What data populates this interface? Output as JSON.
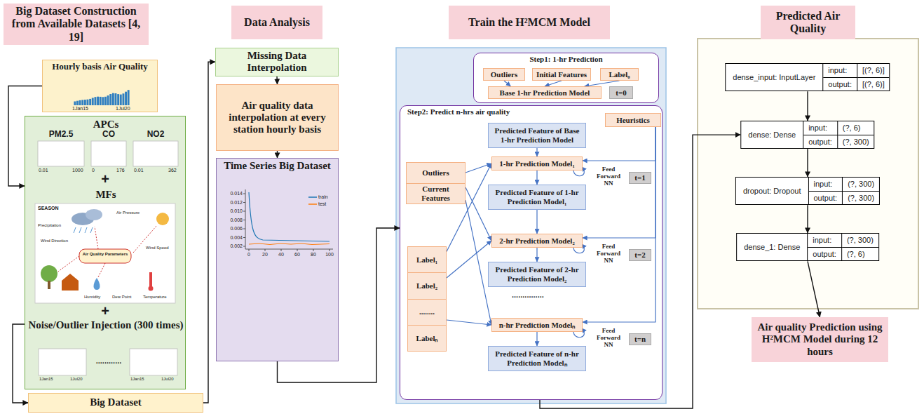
{
  "diagram": {
    "nodes": [
      {
        "text": [
          "Big Dataset Construction from Available Datasets [4, 19]"
        ]
      },
      {
        "text": [
          "Hourly basis Air Quality"
        ]
      },
      {
        "text": [
          "APCs",
          "MFs",
          "Noise/Outlier Injection (300 times)"
        ]
      },
      {
        "text": [
          "Big Dataset"
        ]
      },
      {
        "text": [
          "Data Analysis"
        ]
      },
      {
        "text": [
          "Missing Data Interpolation"
        ]
      },
      {
        "text": [
          "Air quality data interpolation at every station hourly basis"
        ]
      },
      {
        "text": [
          "Time Series Big Dataset"
        ]
      },
      {
        "text": [
          "Train the H²MCM Model"
        ]
      },
      {
        "text": [
          "Step1: 1-hr Prediction"
        ]
      },
      {
        "text": [
          "Outliers"
        ],
        "in": 9
      },
      {
        "text": [
          "Initial Features"
        ],
        "in": 9
      },
      {
        "text": [
          "Label₀"
        ],
        "in": 9
      },
      {
        "text": [
          "Base 1-hr Prediction Model"
        ],
        "in": 9
      },
      {
        "text": [
          "t=0"
        ],
        "in": 9
      },
      {
        "text": [
          "Step2: Predict n-hrs air quality"
        ]
      },
      {
        "text": [
          "Predicted Feature of Base 1-hr Prediction Model"
        ],
        "in": 15
      },
      {
        "text": [
          "Heuristics"
        ],
        "in": 15
      },
      {
        "text": [
          "Outliers",
          "Current Features"
        ],
        "in": 15
      },
      {
        "text": [
          "1-hr Prediction Model₁"
        ],
        "in": 15
      },
      {
        "text": [
          "t=1"
        ],
        "in": 15
      },
      {
        "text": [
          "Predicted Feature of 1-hr Prediction Model₁"
        ],
        "in": 15
      },
      {
        "text": [
          "Label₁",
          "Label₂",
          "........",
          "Labelₙ"
        ],
        "in": 15
      },
      {
        "text": [
          "2-hr Prediction Model₂"
        ],
        "in": 15
      },
      {
        "text": [
          "t=2"
        ],
        "in": 15
      },
      {
        "text": [
          "Predicted Feature of 2-hr Prediction Model₂"
        ],
        "in": 15
      },
      {
        "text": [
          "n-hr Prediction Modelₙ"
        ],
        "in": 15
      },
      {
        "text": [
          "t=n"
        ],
        "in": 15
      },
      {
        "text": [
          "Predicted Feature of n-hr Prediction Modelₙ"
        ],
        "in": 15
      },
      {
        "text": [
          "Predicted Air Quality"
        ]
      },
      {
        "text": [
          "dense_input: InputLayer",
          "input:",
          "[(?, 6)]",
          "output:",
          "[(?, 6)]"
        ]
      },
      {
        "text": [
          "dense: Dense",
          "input:",
          "(?, 6)",
          "output:",
          "(?, 300)"
        ]
      },
      {
        "text": [
          "dropout: Dropout",
          "input:",
          "(?, 300)",
          "output:",
          "(?, 300)"
        ]
      },
      {
        "text": [
          "dense_1: Dense",
          "input:",
          "(?, 300)",
          "output:",
          "(?, 6)"
        ]
      },
      {
        "text": [
          "Air quality Prediction using H²MCM Model during 12 hours"
        ]
      }
    ],
    "edges": [
      {
        "from": 1,
        "to": 2,
        "arrow": "to"
      },
      {
        "from": 2,
        "to": 3,
        "arrow": "to"
      },
      {
        "from": 3,
        "to": 5,
        "arrow": "to"
      },
      {
        "from": 5,
        "to": 6,
        "arrow": "to"
      },
      {
        "from": 6,
        "to": 7,
        "arrow": "to"
      },
      {
        "from": 7,
        "to": 15,
        "arrow": "to"
      },
      {
        "from": 10,
        "to": 13,
        "arrow": "to"
      },
      {
        "from": 11,
        "to": 13,
        "arrow": "to"
      },
      {
        "from": 12,
        "to": 13,
        "arrow": "to"
      },
      {
        "from": 16,
        "to": 19,
        "arrow": "to"
      },
      {
        "from": 18,
        "to": 19,
        "arrow": "to"
      },
      {
        "from": 22,
        "to": 19,
        "arrow": "to"
      },
      {
        "from": 19,
        "to": 21,
        "arrow": "to"
      },
      {
        "from": 21,
        "to": 23,
        "arrow": "to"
      },
      {
        "from": 18,
        "to": 23,
        "arrow": "to"
      },
      {
        "from": 22,
        "to": 23,
        "arrow": "to"
      },
      {
        "from": 23,
        "to": 25,
        "arrow": "to"
      },
      {
        "from": 22,
        "to": 26,
        "arrow": "to"
      },
      {
        "from": 18,
        "to": 26,
        "arrow": "to"
      },
      {
        "from": 26,
        "to": 28,
        "arrow": "to"
      },
      {
        "from": 17,
        "to": 19,
        "arrow": "to"
      },
      {
        "from": 17,
        "to": 23,
        "arrow": "to"
      },
      {
        "from": 17,
        "to": 26,
        "arrow": "to"
      },
      {
        "from": 15,
        "to": 31,
        "arrow": "to"
      },
      {
        "from": 30,
        "to": 31,
        "arrow": "to"
      },
      {
        "from": 31,
        "to": 32,
        "arrow": "to"
      },
      {
        "from": 32,
        "to": 33,
        "arrow": "to"
      },
      {
        "from": 33,
        "to": 34,
        "arrow": "to"
      }
    ],
    "labels": [
      "1Jan15",
      "1Jul20",
      "PM2.5",
      "CO",
      "NO2",
      "0.01",
      "1000",
      "0",
      "176",
      "0.01",
      "362",
      "+",
      "SEASON",
      "Air Quality Parameters",
      "Wind Direction",
      "Air Pressure",
      "Wind Speed",
      "Precipitation",
      "Humidity",
      "Dew Point",
      "Temperature",
      "+",
      "1Jan15",
      "1Jul20",
      "............",
      "1Jan15",
      "1Jul20",
      "0.014",
      "0.012",
      "0.010",
      "0.008",
      "0.006",
      "0.004",
      "0.002",
      "0",
      "20",
      "40",
      "60",
      "80",
      "100",
      "Feed Forward NN",
      "Feed Forward NN",
      "Feed Forward NN",
      "..............."
    ],
    "legend": [
      {
        "text": "train"
      },
      {
        "text": "test"
      }
    ]
  }
}
